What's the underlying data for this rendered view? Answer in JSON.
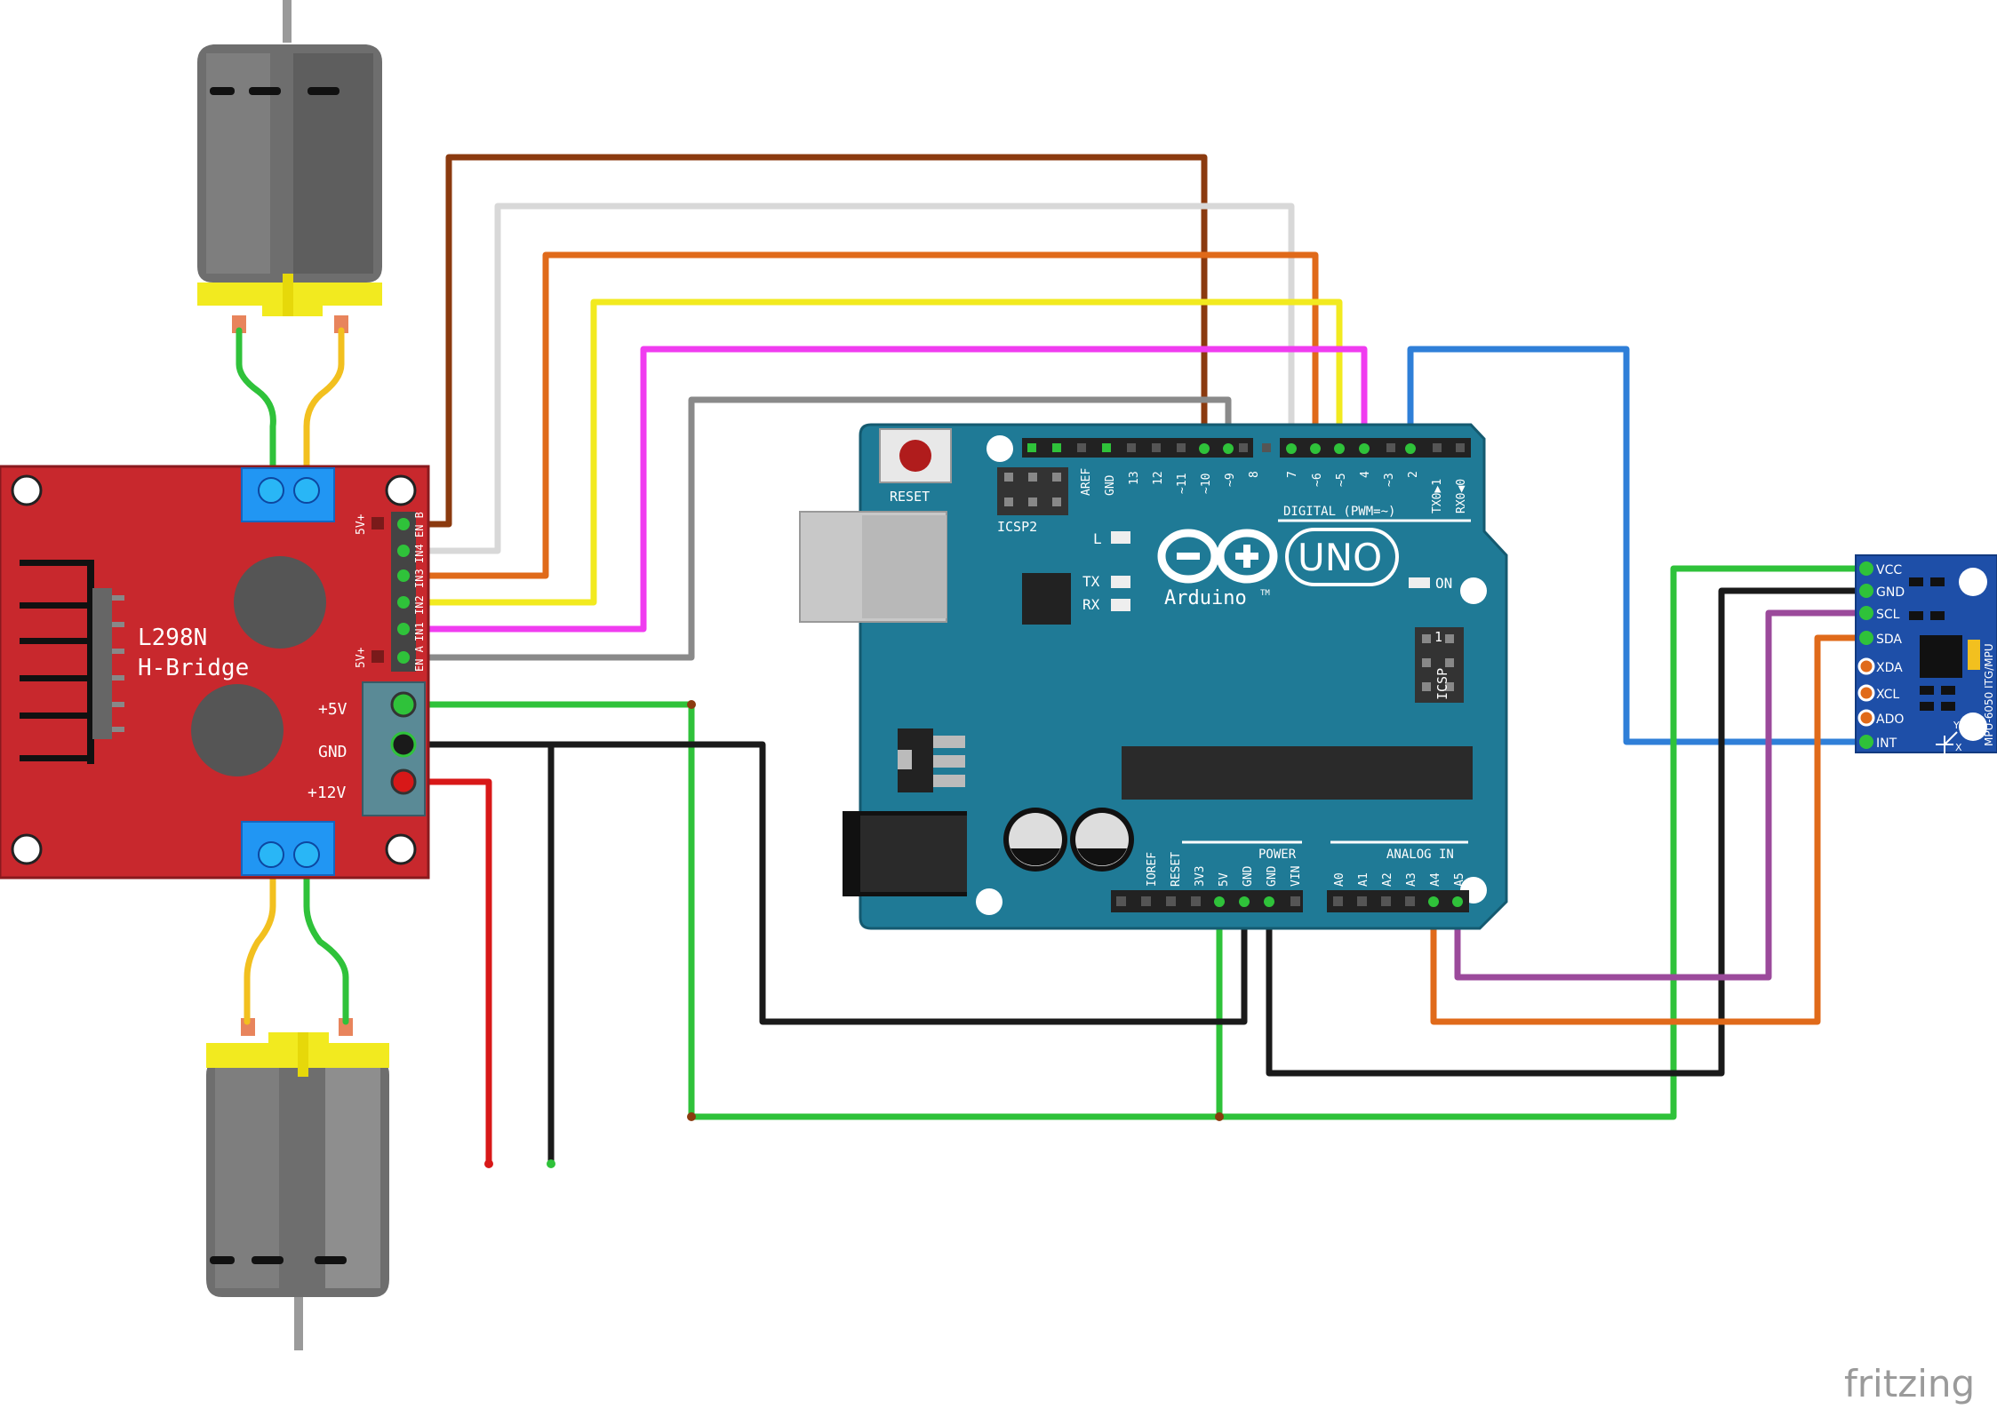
{
  "hbridge": {
    "name": "L298N",
    "subtitle": "H-Bridge",
    "label_5v_plus_top": "5V+",
    "label_5v_plus_bottom": "5V+",
    "pin_en_b": "EN B",
    "pin_in4": "IN4",
    "pin_in3": "IN3",
    "pin_in2": "IN2",
    "pin_in1": "IN1",
    "pin_en_a": "EN A",
    "power_5v": "+5V",
    "power_gnd": "GND",
    "power_12v": "+12V"
  },
  "arduino": {
    "brand": "Arduino",
    "model": "UNO",
    "trademark": "TM",
    "reset_label": "RESET",
    "icsp2_label": "ICSP2",
    "icsp_label": "ICSP",
    "icsp_pin1": "1",
    "led_l": "L",
    "led_tx": "TX",
    "led_rx": "RX",
    "led_on": "ON",
    "digital_label": "DIGITAL (PWM=~)",
    "power_label": "POWER",
    "analog_label": "ANALOG IN",
    "top_pins_left": [
      "AREF",
      "GND",
      "13",
      "12",
      "~11",
      "~10",
      "~9",
      "8"
    ],
    "top_pins_right": [
      "7",
      "~6",
      "~5",
      "4",
      "~3",
      "2",
      "TX0▶1",
      "RX0◀0"
    ],
    "power_pins": [
      "IOREF",
      "RESET",
      "3V3",
      "5V",
      "GND",
      "GND",
      "VIN"
    ],
    "analog_pins": [
      "A0",
      "A1",
      "A2",
      "A3",
      "A4",
      "A5"
    ]
  },
  "mpu": {
    "title": "MPU-6050 ITG/MPU",
    "pins": [
      "VCC",
      "GND",
      "SCL",
      "SDA",
      "XDA",
      "XCL",
      "ADO",
      "INT"
    ],
    "axis_y": "Y",
    "axis_x": "X"
  },
  "watermark": "fritzing",
  "colors": {
    "hbridge": "#c8282d",
    "arduino": "#1f7a96",
    "mpu": "#1e4fa8",
    "motor_body": "#707070",
    "motor_cap": "#f2ea1f",
    "wire_brown": "#8b3a0f",
    "wire_white": "#d8d8d8",
    "wire_orange": "#e06a1a",
    "wire_yellow": "#f2ea1f",
    "wire_magenta": "#f03cf0",
    "wire_gray": "#8a8a8a",
    "wire_blue": "#2f7fd8",
    "wire_green": "#2fc23a",
    "wire_black": "#1a1a1a",
    "wire_red": "#d81818",
    "wire_purple": "#9b4a9b"
  }
}
